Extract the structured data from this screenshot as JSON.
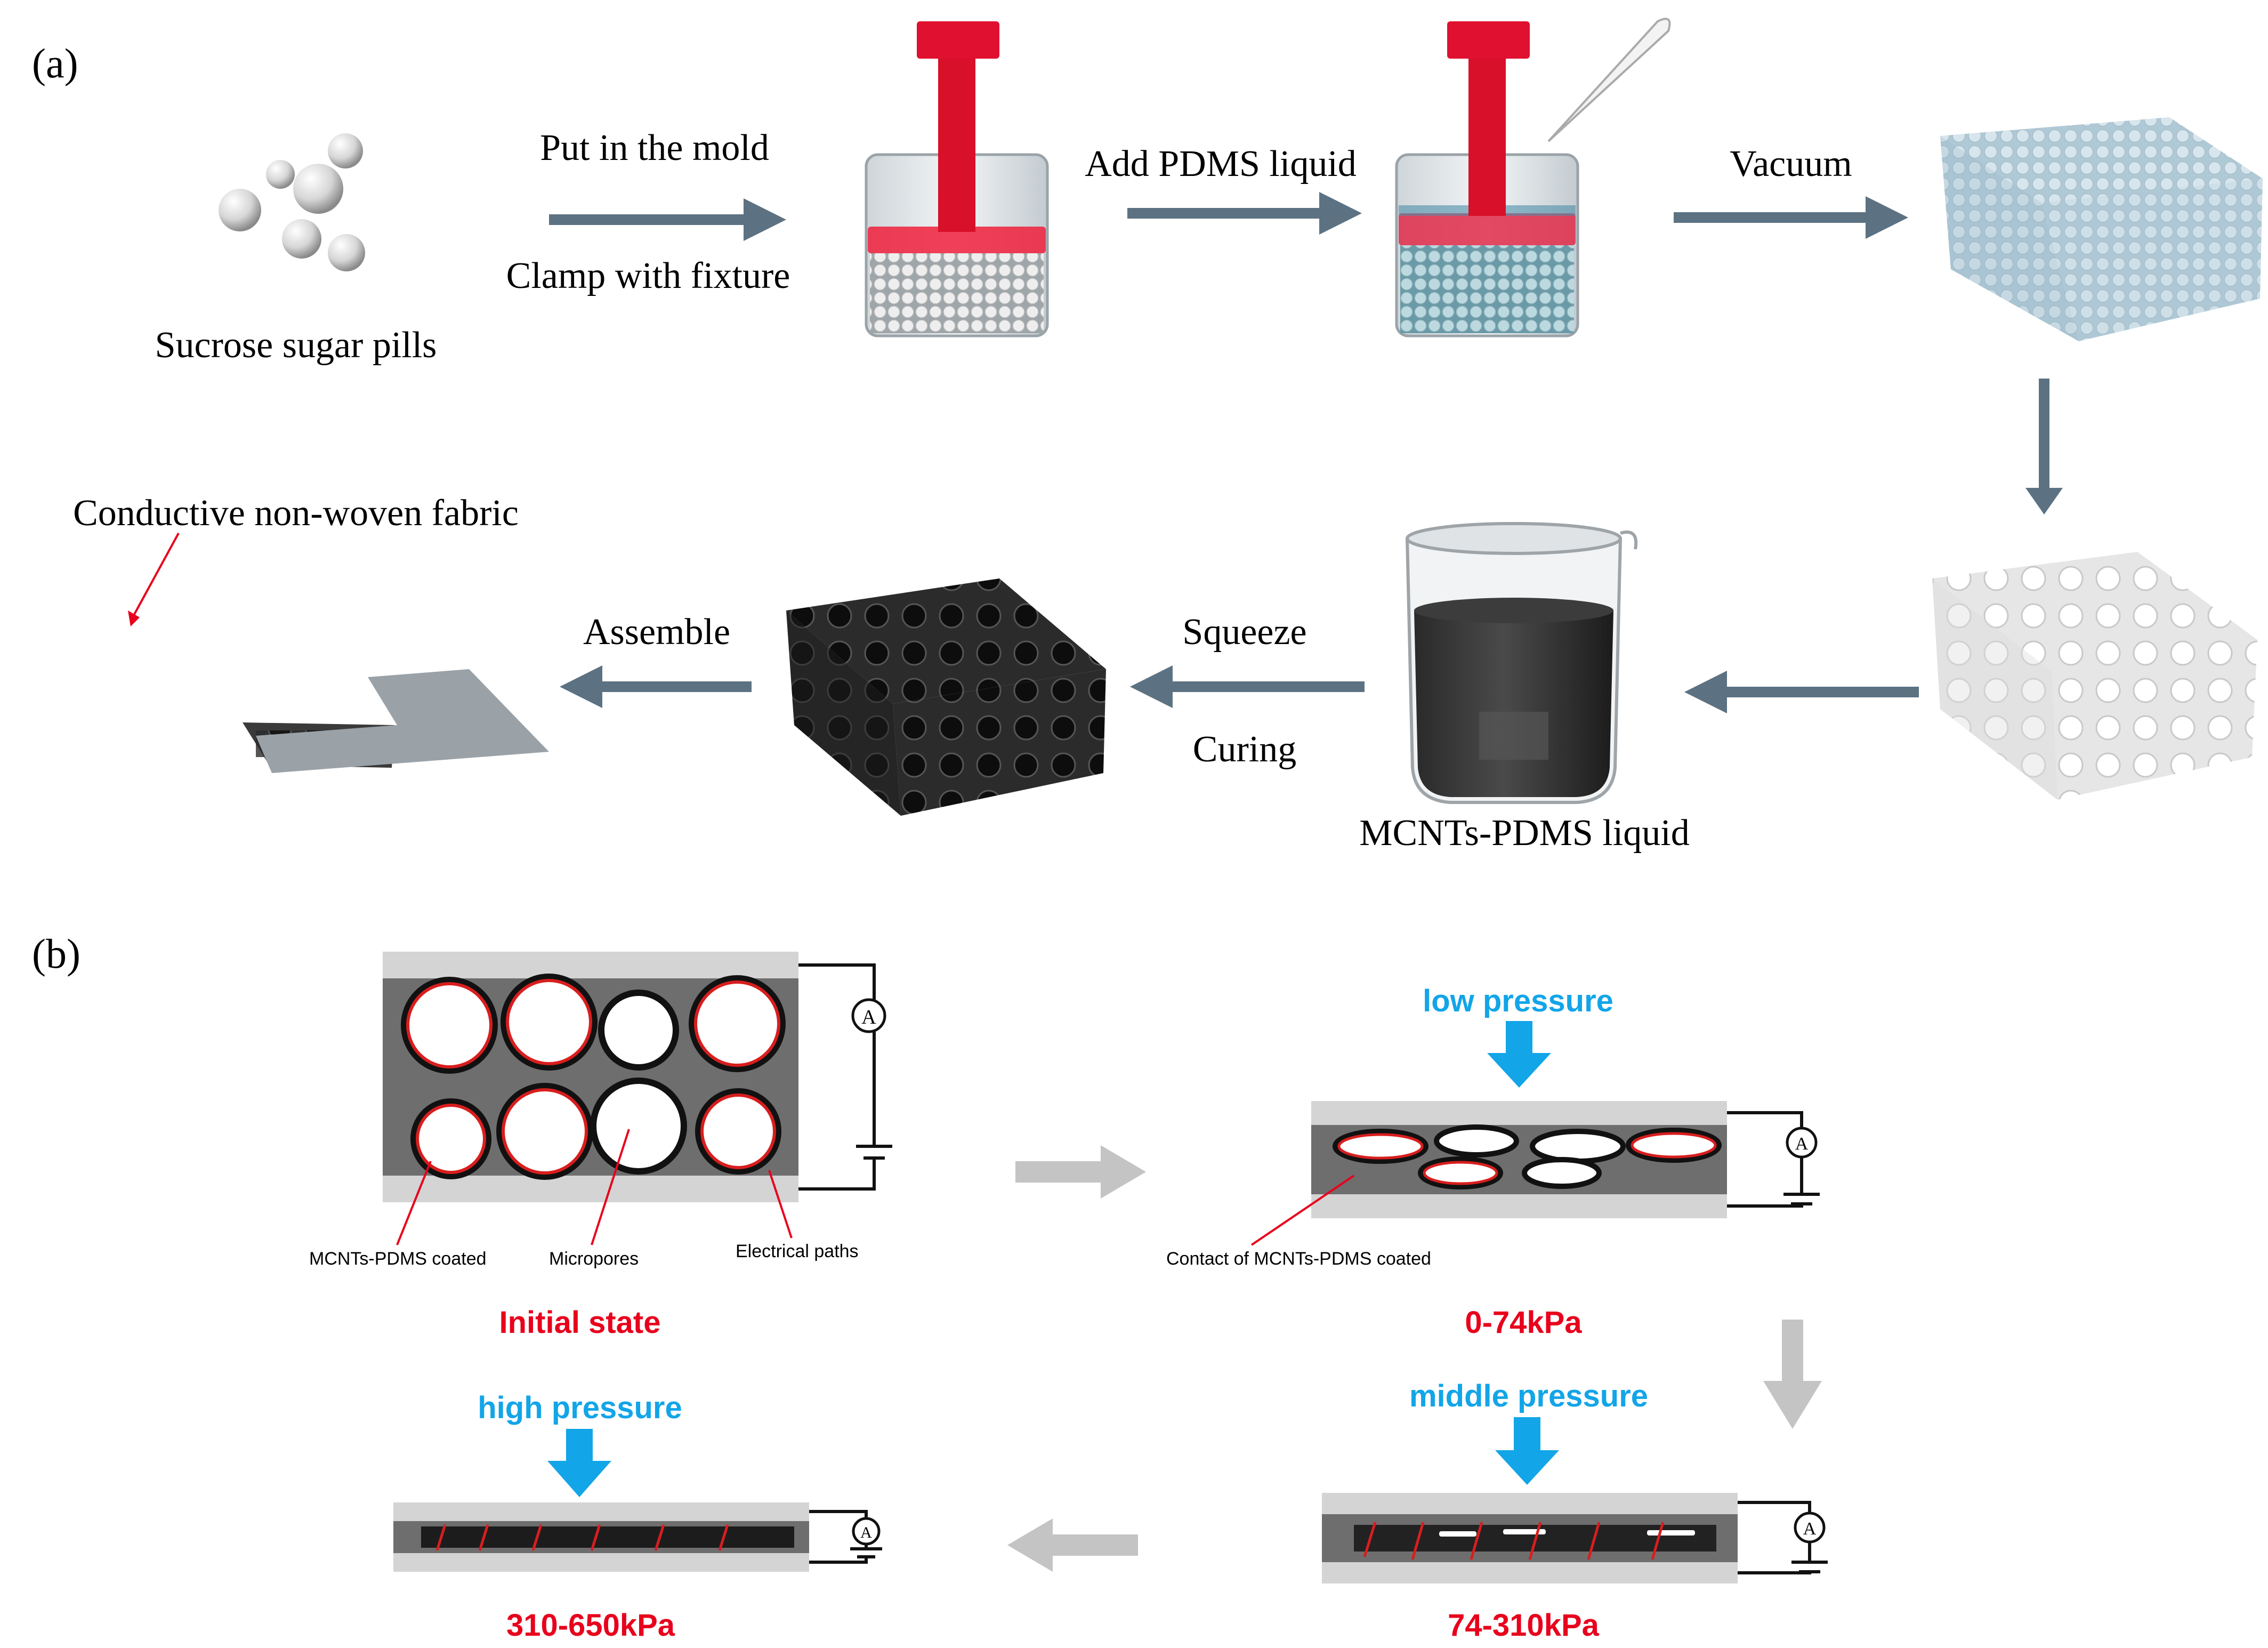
{
  "panel_a": {
    "label": "(a)",
    "sugar_caption": "Sucrose sugar pills",
    "step1_top": "Put in the mold",
    "step1_bottom": "Clamp with fixture",
    "step2": "Add PDMS liquid",
    "step3": "Vacuum",
    "fabric_caption": "Conductive non-woven fabric",
    "assemble": "Assemble",
    "squeeze": "Squeeze",
    "curing": "Curing",
    "beaker_caption": "MCNTs-PDMS liquid"
  },
  "panel_b": {
    "label": "(b)",
    "callout_coated": "MCNTs-PDMS coated",
    "callout_micropores": "Micropores",
    "callout_paths": "Electrical paths",
    "callout_contact": "Contact of MCNTs-PDMS coated",
    "ammeter_symbol": "A",
    "initial": "Initial state",
    "low_pressure": "low pressure",
    "range_low": "0-74kPa",
    "middle_pressure": "middle pressure",
    "range_middle": "74-310kPa",
    "high_pressure": "high pressure",
    "range_high": "310-650kPa"
  },
  "colors": {
    "label_red": "#e8001c",
    "pressure_blue": "#12a5e8",
    "process_arrow": "#5c7282",
    "state_arrow": "#c4c4c4",
    "fixture_red": "#d8102a",
    "path_red": "#d81e1e"
  }
}
